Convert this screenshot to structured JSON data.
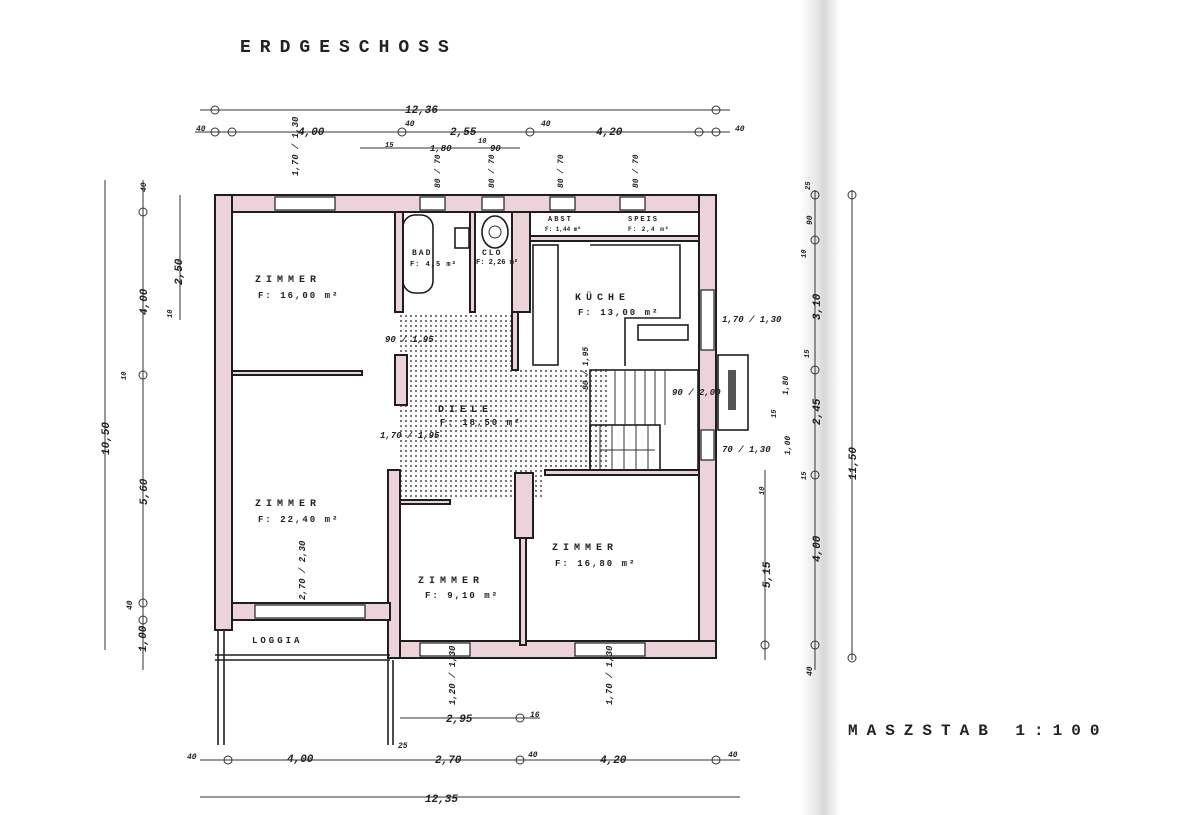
{
  "title": "ERDGESCHOSS",
  "scale": "MASZSTAB 1:100",
  "rooms": {
    "zimmer1": {
      "name": "ZIMMER",
      "area": "F: 16,00 m²"
    },
    "zimmer2": {
      "name": "ZIMMER",
      "area": "F: 22,40 m²"
    },
    "zimmer3": {
      "name": "ZIMMER",
      "area": "F: 9,10 m²"
    },
    "zimmer4": {
      "name": "ZIMMER",
      "area": "F: 16,80 m²"
    },
    "bad": {
      "name": "BAD",
      "area": "F: 4,5 m²"
    },
    "clo": {
      "name": "CLO",
      "area": "F: 2,26 m²"
    },
    "kueche": {
      "name": "KÜCHE",
      "area": "F: 13,00 m²"
    },
    "abst": {
      "name": "ABST",
      "area": "F: 1,44 m²"
    },
    "speis": {
      "name": "SPEIS",
      "area": "F: 2,4 m²"
    },
    "diele": {
      "name": "DIELE",
      "area": "F: 18,50 m²"
    },
    "loggia": {
      "name": "LOGGIA"
    }
  },
  "dims_top": [
    "12,36",
    "4,00",
    "2,55",
    "4,20",
    "40",
    "40",
    "40",
    "40",
    "15",
    "1,80",
    "10",
    "90"
  ],
  "dims_bottom": [
    "2,95",
    "16",
    "4,00",
    "2,70",
    "4,20",
    "25",
    "40",
    "40",
    "40",
    "12,35"
  ],
  "dims_left": [
    "40",
    "2,50",
    "4,00",
    "10",
    "10",
    "10,50",
    "5,60",
    "40",
    "1,00"
  ],
  "dims_right": [
    "25",
    "90",
    "10",
    "3,10",
    "15",
    "1,80",
    "15",
    "1,00",
    "2,45",
    "15",
    "11,50",
    "10",
    "5,15",
    "4,00",
    "40"
  ],
  "openings": {
    "win_z1": "1,70 / 1,30",
    "win_top": "80 / 70",
    "door_z1": "90 / 1,95",
    "door_z2": "1,70 / 1,95",
    "win_kueche": "1,70 / 1,30",
    "win_stair": "70 / 1,30",
    "door_entry": "90 / 2,00",
    "win_z2": "2,70 / 2,30",
    "win_z3": "1,20 / 1,30",
    "win_z4": "1,70 / 1,30",
    "door_inner": "80 / 1,95"
  }
}
